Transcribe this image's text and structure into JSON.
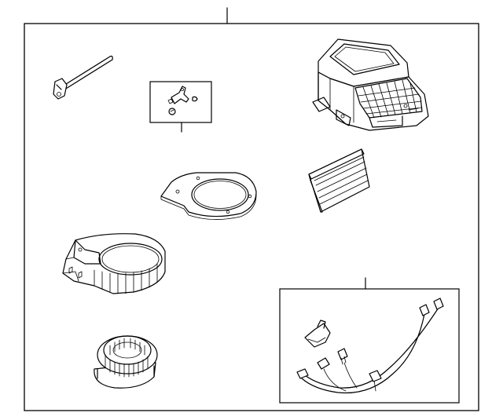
{
  "diagram": {
    "style": "exploded parts diagram, black line art on white",
    "parts": [
      {
        "id": "temperature-control-rod",
        "icon": "linkage-rod-icon"
      },
      {
        "id": "mounting-hardware-kit",
        "icon": "hardware-kit-icon",
        "boxed": true
      },
      {
        "id": "heater-case-housing",
        "icon": "hvac-case-icon"
      },
      {
        "id": "blower-seal-plate",
        "icon": "seal-plate-icon"
      },
      {
        "id": "cabin-air-filter",
        "icon": "air-filter-icon"
      },
      {
        "id": "blower-motor-case",
        "icon": "blower-case-icon"
      },
      {
        "id": "wiring-harness-kit",
        "icon": "wiring-harness-icon",
        "boxed": true
      },
      {
        "id": "blower-motor",
        "icon": "blower-motor-icon"
      }
    ]
  }
}
